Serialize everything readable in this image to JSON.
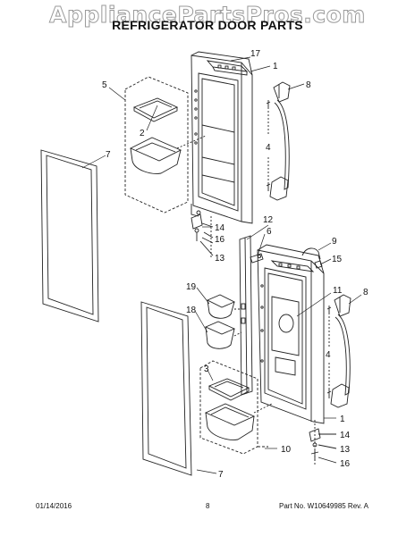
{
  "watermark": "AppliancePartsPros.com",
  "title": "REFRIGERATOR DOOR PARTS",
  "callouts": {
    "c1a": "1",
    "c17": "17",
    "c5": "5",
    "c8a": "8",
    "c2": "2",
    "c7a": "7",
    "c4a": "4",
    "c14a": "14",
    "c16a": "16",
    "c13a": "13",
    "c12": "12",
    "c6": "6",
    "c9": "9",
    "c15": "15",
    "c11": "11",
    "c8b": "8",
    "c19": "19",
    "c18": "18",
    "c4b": "4",
    "c3": "3",
    "c1b": "1",
    "c14b": "14",
    "c13b": "13",
    "c10": "10",
    "c16b": "16",
    "c7b": "7"
  },
  "footer": {
    "date": "01/14/2016",
    "page": "8",
    "part_no": "Part No.  W10649985  Rev.  A"
  }
}
